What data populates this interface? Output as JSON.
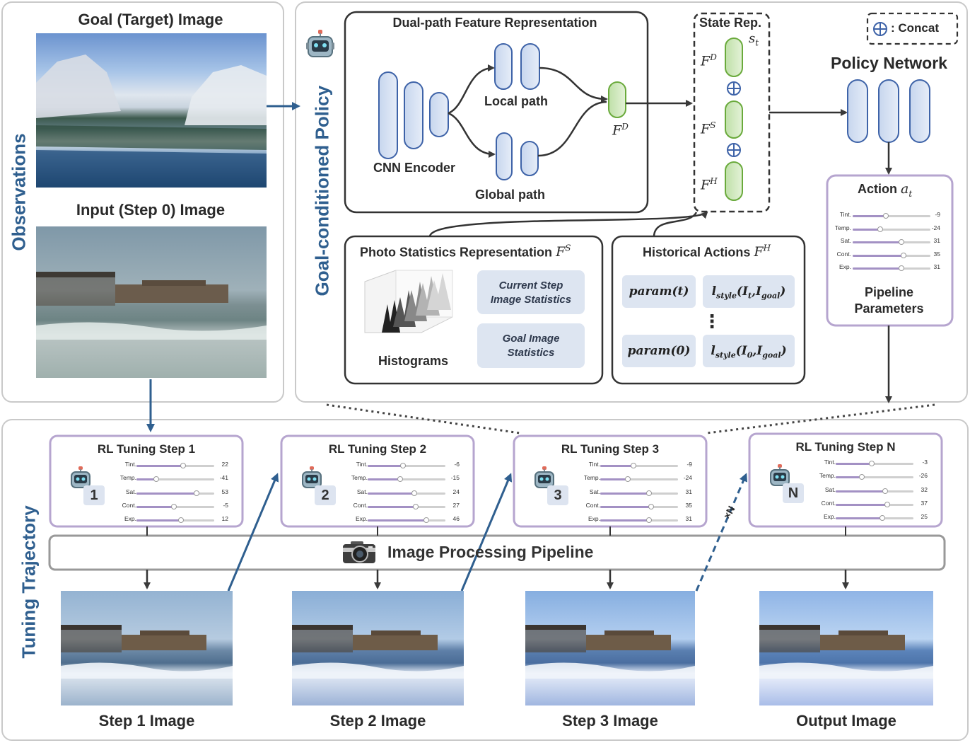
{
  "observations": {
    "section_label": "Observations",
    "goal_title": "Goal (Target) Image",
    "input_title": "Input (Step 0) Image"
  },
  "policy": {
    "section_label": "Goal-conditioned Policy",
    "dual_path_title": "Dual-path Feature Representation",
    "local_path": "Local path",
    "global_path": "Global path",
    "cnn_encoder": "CNN Encoder",
    "state_rep_title": "State Rep.",
    "concat_legend": ": Concat",
    "policy_network_title": "Policy Network",
    "action_title": "Action",
    "pipeline_parameters": "Pipeline Parameters",
    "photo_stats_title": "Photo Statistics Representation",
    "histograms": "Histograms",
    "current_step_stats": "Current Step Image Statistics",
    "goal_image_stats": "Goal Image Statistics",
    "historical_actions_title": "Historical Actions",
    "ellipsis": "⋮"
  },
  "action_params": {
    "labels": [
      "Tint.",
      "Temp.",
      "Sat.",
      "Cont.",
      "Exp."
    ],
    "values": [
      "-9",
      "-24",
      "31",
      "35",
      "31"
    ],
    "levels": [
      0.43,
      0.35,
      0.63,
      0.65,
      0.63
    ]
  },
  "trajectory": {
    "section_label": "Tuning Trajectory",
    "pipeline_label": "Image Processing Pipeline",
    "repeat_label": "×N",
    "steps": [
      {
        "title": "RL Tuning Step 1",
        "badge": "1",
        "values": [
          "22",
          "-41",
          "53",
          "-5",
          "12"
        ],
        "levels": [
          0.6,
          0.25,
          0.77,
          0.48,
          0.57
        ],
        "image_label": "Step 1 Image"
      },
      {
        "title": "RL Tuning Step 2",
        "badge": "2",
        "values": [
          "-6",
          "-15",
          "24",
          "27",
          "46"
        ],
        "levels": [
          0.45,
          0.42,
          0.6,
          0.62,
          0.75
        ],
        "image_label": "Step 2 Image"
      },
      {
        "title": "RL Tuning Step 3",
        "badge": "3",
        "values": [
          "-9",
          "-24",
          "31",
          "35",
          "31"
        ],
        "levels": [
          0.43,
          0.35,
          0.63,
          0.65,
          0.63
        ],
        "image_label": "Step 3 Image"
      },
      {
        "title": "RL Tuning Step N",
        "badge": "N",
        "values": [
          "-3",
          "-26",
          "32",
          "37",
          "25"
        ],
        "levels": [
          0.46,
          0.34,
          0.64,
          0.66,
          0.6
        ],
        "image_label": "Output Image"
      }
    ]
  }
}
